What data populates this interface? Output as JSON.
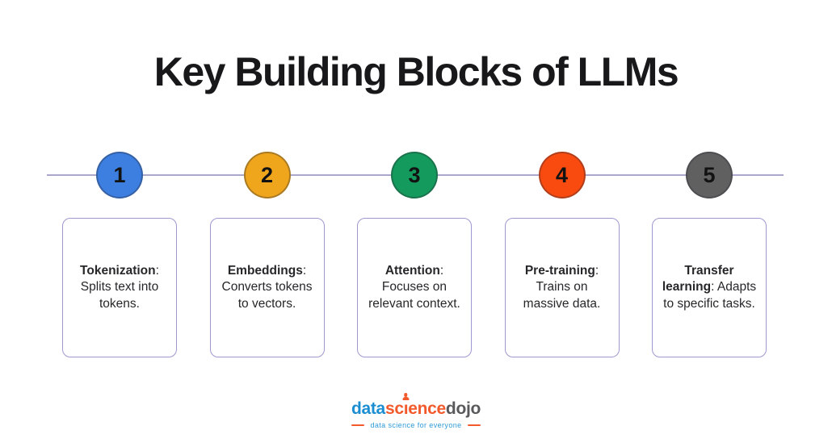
{
  "title": "Key Building Blocks of LLMs",
  "ui": {
    "separator": ":"
  },
  "timeline": {
    "line_color": "#aba6cb",
    "card_border_color": "#9e98d0"
  },
  "steps": [
    {
      "number": "1",
      "color": "#3d7fe0",
      "term": "Tokenization",
      "description": "Splits text into tokens."
    },
    {
      "number": "2",
      "color": "#f0a61c",
      "term": "Embeddings",
      "description": "Converts tokens to vectors."
    },
    {
      "number": "3",
      "color": "#149a5c",
      "term": "Attention",
      "description": "Focuses on relevant context."
    },
    {
      "number": "4",
      "color": "#f94b10",
      "term": "Pre-training",
      "description": "Trains on massive data."
    },
    {
      "number": "5",
      "color": "#616061",
      "term": "Transfer learning",
      "description": "Adapts to specific tasks."
    }
  ],
  "logo": {
    "data": "data",
    "science_pre": "sc",
    "science_i": "ı",
    "science_post": "ence",
    "dojo": "dojo",
    "tagline": "data science for everyone",
    "colors": {
      "data_blue": "#1b8ed1",
      "science_orange": "#f2592b",
      "dojo_gray": "#58595b",
      "tagline_blue": "#2e9bd8"
    }
  }
}
